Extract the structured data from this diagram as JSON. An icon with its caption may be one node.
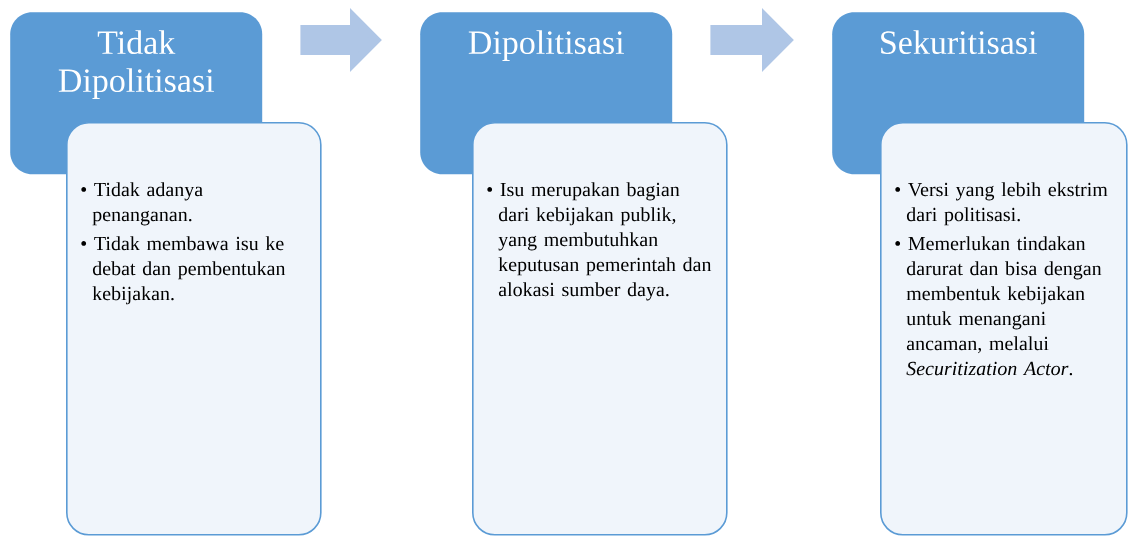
{
  "diagram": {
    "nodes": [
      {
        "text": [
          "Tidak Dipolitisasi"
        ]
      },
      {
        "text": [
          "• Tidak adanya penanganan.",
          "• Tidak membawa isu ke debat dan pembentukan kebijakan."
        ]
      },
      {
        "text": [
          "Dipolitisasi"
        ]
      },
      {
        "text": [
          "• Isu merupakan bagian dari kebijakan publik, yang membutuhkan keputusan pemerintah dan alokasi sumber daya."
        ]
      },
      {
        "text": [
          "Sekuritisasi"
        ]
      },
      {
        "text": [
          "• Versi yang lebih ekstrim dari politisasi.",
          "• Memerlukan tindakan darurat dan bisa dengan membentuk kebijakan untuk menangani ancaman, melalui *Securitization Actor*."
        ]
      }
    ],
    "edges": [
      {
        "from": 0,
        "to": 2,
        "arrow": "to"
      },
      {
        "from": 2,
        "to": 4,
        "arrow": "to"
      }
    ]
  }
}
